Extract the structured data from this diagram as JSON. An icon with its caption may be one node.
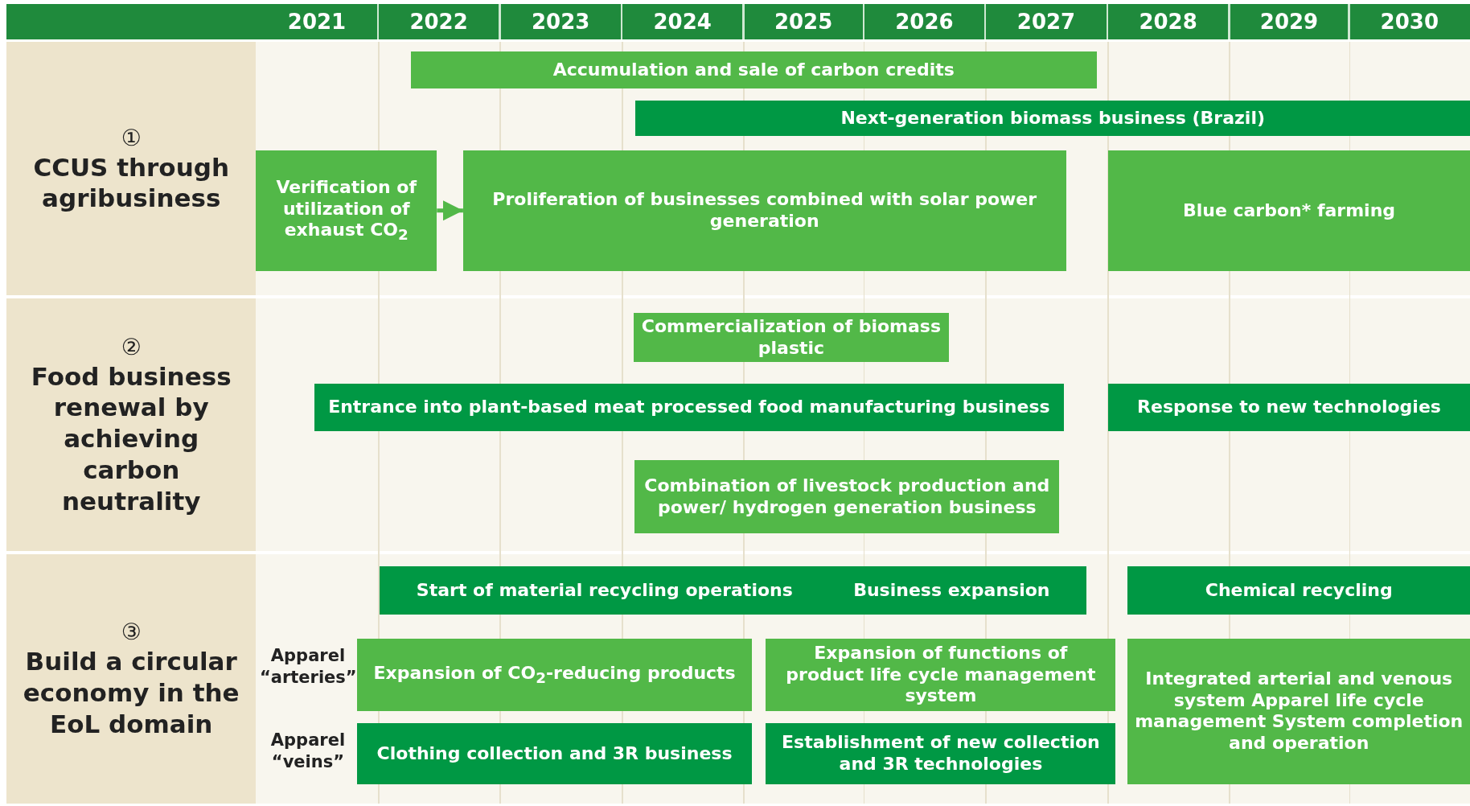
{
  "diagram": {
    "nodes": [
      {
        "text": [
          "①",
          "CCUS through agribusiness"
        ]
      },
      {
        "text": [
          "Accumulation and sale of carbon credits"
        ]
      },
      {
        "text": [
          "Next-generation biomass business (Brazil)"
        ]
      },
      {
        "text": [
          "Verification of utilization of exhaust CO$_{2}$"
        ]
      },
      {
        "text": [
          "Proliferation of businesses combined with solar power generation"
        ]
      },
      {
        "text": [
          "Blue carbon* farming"
        ]
      },
      {
        "text": [
          "②",
          "Food business renewal by achieving carbon neutrality"
        ]
      },
      {
        "text": [
          "Commercialization of biomass plastic"
        ]
      },
      {
        "text": [
          "Entrance into plant-based meat processed food manufacturing business"
        ]
      },
      {
        "text": [
          "Response to new technologies"
        ]
      },
      {
        "text": [
          "Combination of livestock production and power/ hydrogen generation business"
        ]
      },
      {
        "text": [
          "③",
          "Build a circular economy in the EoL domain"
        ]
      },
      {
        "text": [
          "Start of material recycling operations",
          "Business expansion"
        ]
      },
      {
        "text": [
          "Chemical recycling"
        ]
      },
      {
        "text": [
          "Expansion of CO$_{2}$-reducing products"
        ]
      },
      {
        "text": [
          "Expansion of functions of product life cycle management system"
        ]
      },
      {
        "text": [
          "Integrated arterial and venous system Apparel life cycle management System completion and operation"
        ]
      },
      {
        "text": [
          "Clothing collection and 3R business"
        ]
      },
      {
        "text": [
          "Establishment of new collection and 3R technologies"
        ]
      }
    ],
    "edges": [
      {
        "from": 3,
        "to": 4,
        "arrow": "to"
      }
    ],
    "labels": [
      "2021",
      "2022",
      "2023",
      "2024",
      "2025",
      "2026",
      "2027",
      "2028",
      "2029",
      "2030",
      "Apparel “arteries”",
      "Apparel “veins”"
    ]
  }
}
